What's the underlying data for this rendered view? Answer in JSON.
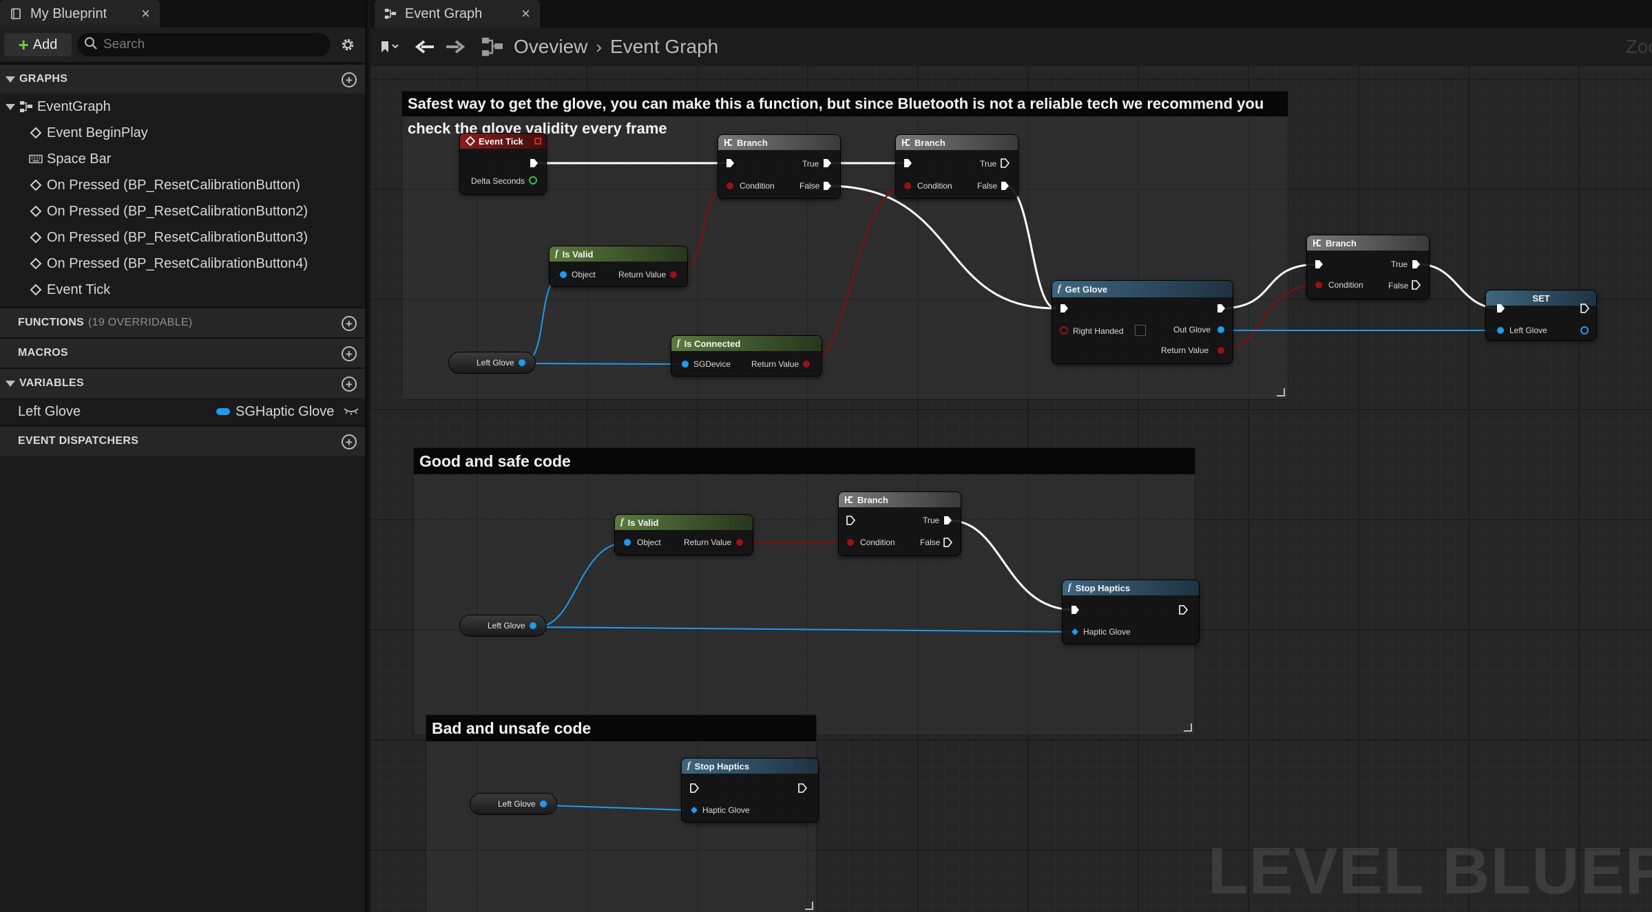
{
  "left_panel": {
    "tab_title": "My Blueprint",
    "add_label": "Add",
    "search_placeholder": "Search",
    "sections": {
      "graphs": "GRAPHS",
      "functions": "FUNCTIONS",
      "functions_sub": "(19 OVERRIDABLE)",
      "macros": "MACROS",
      "variables": "VARIABLES",
      "dispatchers": "EVENT DISPATCHERS"
    },
    "graph_root": "EventGraph",
    "graph_items": [
      "Event BeginPlay",
      "Space Bar",
      "On Pressed (BP_ResetCalibrationButton)",
      "On Pressed (BP_ResetCalibrationButton2)",
      "On Pressed (BP_ResetCalibrationButton3)",
      "On Pressed (BP_ResetCalibrationButton4)",
      "Event Tick"
    ],
    "variable": {
      "name": "Left Glove",
      "type": "SGHaptic Glove"
    }
  },
  "graph": {
    "tab_title": "Event Graph",
    "breadcrumb": [
      "Oveview",
      "Event Graph"
    ],
    "zoom_label": "Zoo",
    "watermark": "LEVEL BLUEPRIN",
    "comments": {
      "c1": "Safest way to get the glove, you can make this a function, but since Bluetooth is not a reliable tech we recommend you check the glove validity every frame",
      "c2": "Good and safe code",
      "c3": "Bad and unsafe code"
    },
    "nodes": {
      "event_tick": {
        "title": "Event Tick",
        "pin": "Delta Seconds"
      },
      "branch": {
        "title": "Branch",
        "true": "True",
        "false": "False",
        "condition": "Condition"
      },
      "is_valid": {
        "title": "Is Valid",
        "in": "Object",
        "out": "Return Value"
      },
      "is_connected": {
        "title": "Is Connected",
        "in": "SGDevice",
        "out": "Return Value"
      },
      "get_glove": {
        "title": "Get Glove",
        "right_handed": "Right Handed",
        "out_glove": "Out Glove",
        "ret": "Return Value"
      },
      "set": {
        "title": "SET",
        "pin": "Left Glove"
      },
      "stop_haptics": {
        "title": "Stop Haptics",
        "pin": "Haptic Glove"
      },
      "left_glove": "Left Glove"
    }
  },
  "colors": {
    "exec": "#ffffff",
    "object_pin": "#1e9bf0",
    "bool_pin": "#9a1111",
    "float_pin": "#33c24d"
  }
}
